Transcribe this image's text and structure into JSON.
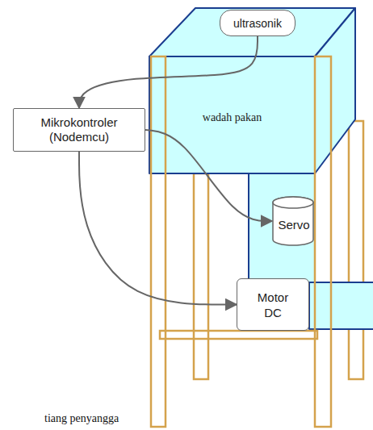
{
  "diagram": {
    "nodes": [
      {
        "text": [
          "ultrasonik"
        ]
      },
      {
        "text": [
          "wadah pakan"
        ]
      },
      {
        "text": [
          "Mikrokontroler (Nodemcu)"
        ]
      },
      {
        "text": [
          "Servo"
        ]
      },
      {
        "text": [
          "Motor DC"
        ]
      }
    ],
    "edges": [
      {
        "from": 0,
        "to": 2,
        "arrow": "to"
      },
      {
        "from": 2,
        "to": 3,
        "arrow": "to"
      },
      {
        "from": 2,
        "to": 4,
        "arrow": "to"
      }
    ],
    "labels": [
      "tiang penyangga"
    ]
  }
}
